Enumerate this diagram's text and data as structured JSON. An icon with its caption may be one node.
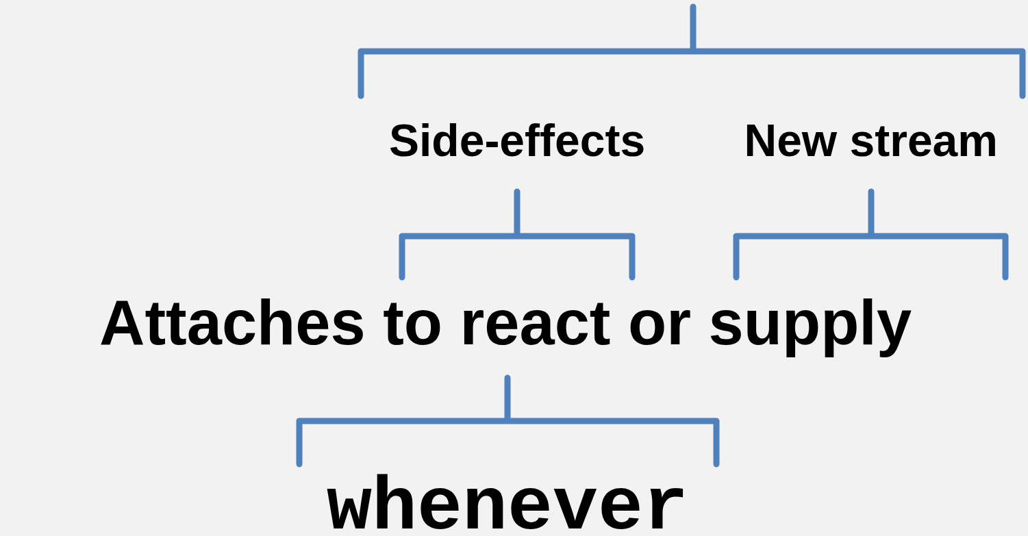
{
  "diagram": {
    "labels": [
      "Side-effects",
      "New stream",
      "Attaches to react or supply",
      "whenever"
    ]
  }
}
